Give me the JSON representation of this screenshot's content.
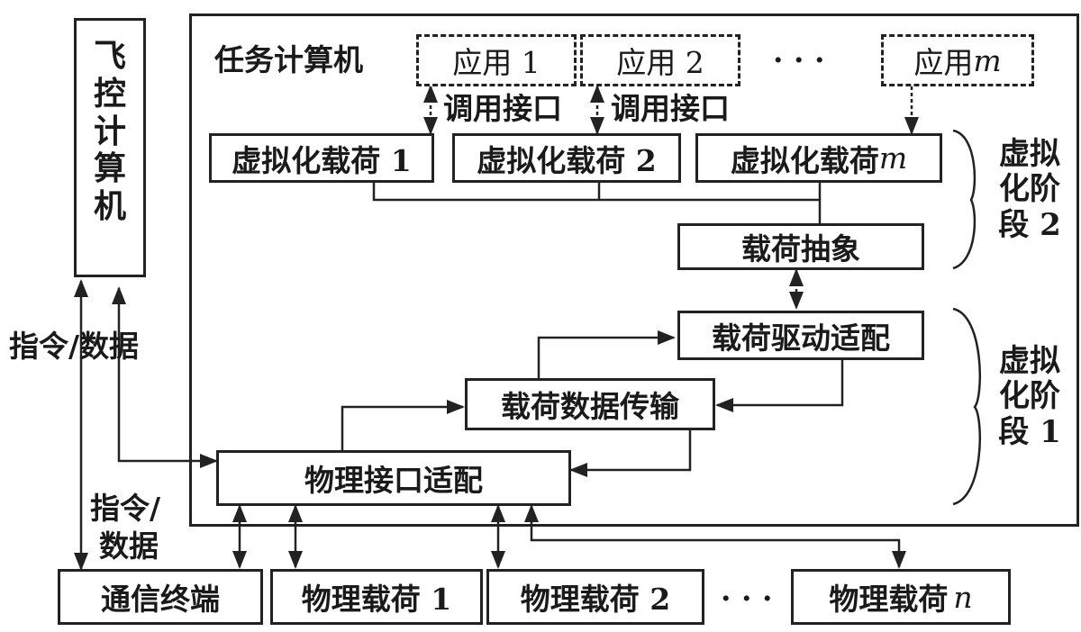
{
  "mission_computer": {
    "title": "任务计算机"
  },
  "flight_control_computer": {
    "label_chars": [
      "飞",
      "控",
      "计",
      "算",
      "机"
    ]
  },
  "applications": {
    "app1": "应用 1",
    "app2": "应用 2",
    "ellipsis": "· · ·",
    "appm_prefix": "应用",
    "appm_var": "m"
  },
  "interfaces": {
    "call1": "调用接口",
    "call2": "调用接口"
  },
  "virtual_payloads": {
    "vp1": "虚拟化载荷 1",
    "vp2": "虚拟化载荷 2",
    "vpm_prefix": "虚拟化载荷",
    "vpm_var": "m"
  },
  "modules": {
    "payload_abstraction": "载荷抽象",
    "payload_driver_adaptation": "载荷驱动适配",
    "payload_data_transfer": "载荷数据传输",
    "physical_interface_adaptation": "物理接口适配"
  },
  "stages": {
    "stage2": {
      "line1": "虚拟",
      "line2": "化阶",
      "line3": "段 2"
    },
    "stage1": {
      "line1": "虚拟",
      "line2": "化阶",
      "line3": "段 1"
    }
  },
  "links": {
    "cmd_data_main": "指令/数据",
    "cmd_data_small_line1": "指令/",
    "cmd_data_small_line2": "数据"
  },
  "bottom": {
    "comm_terminal": "通信终端",
    "pp1": "物理载荷 1",
    "pp2": "物理载荷 2",
    "ellipsis": "· · ·",
    "ppn_prefix": "物理载荷",
    "ppn_var": "n"
  }
}
